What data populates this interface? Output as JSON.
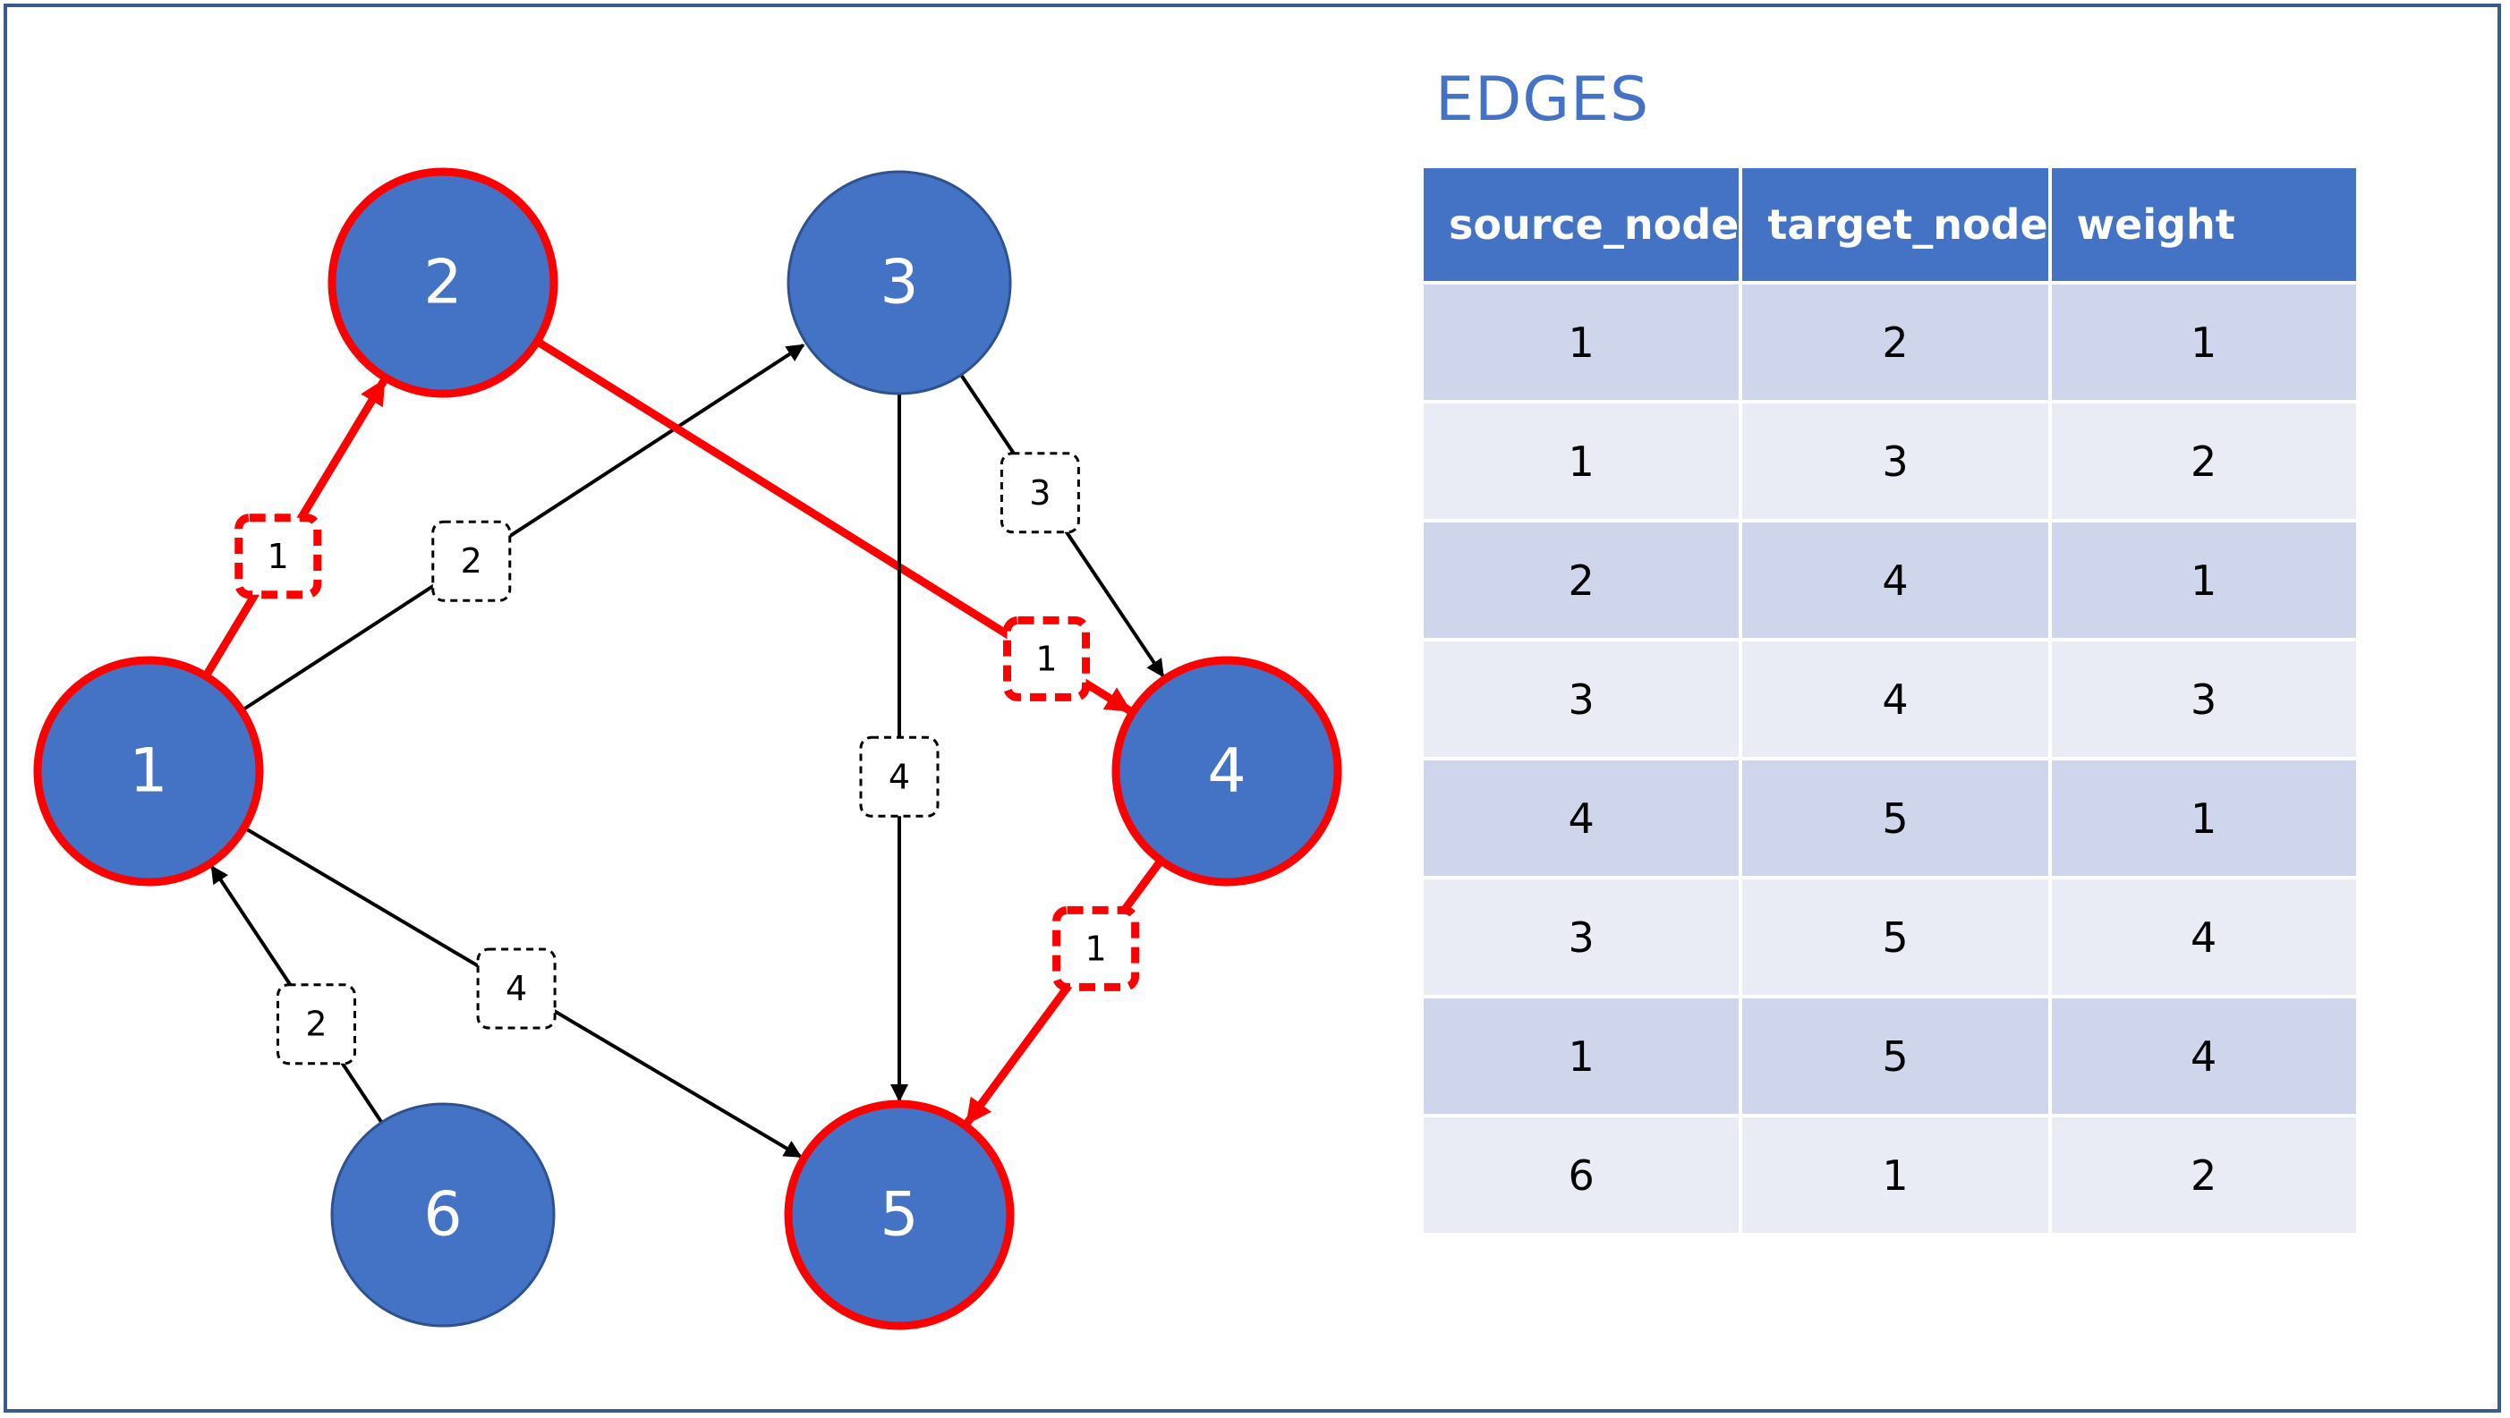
{
  "colors": {
    "node_fill": "#4472c4",
    "highlight": "#ff0000",
    "edge": "#000000",
    "header_bg": "#4472c4",
    "row_dark": "#cfd5ea",
    "row_light": "#e9ebf5",
    "title": "#4472c4"
  },
  "graph": {
    "nodes": [
      {
        "id": "1",
        "label": "1",
        "highlighted": true
      },
      {
        "id": "2",
        "label": "2",
        "highlighted": true
      },
      {
        "id": "3",
        "label": "3",
        "highlighted": false
      },
      {
        "id": "4",
        "label": "4",
        "highlighted": true
      },
      {
        "id": "5",
        "label": "5",
        "highlighted": true
      },
      {
        "id": "6",
        "label": "6",
        "highlighted": false
      }
    ],
    "edges": [
      {
        "source": "1",
        "target": "2",
        "weight": "1",
        "highlighted": true
      },
      {
        "source": "1",
        "target": "3",
        "weight": "2",
        "highlighted": false
      },
      {
        "source": "2",
        "target": "4",
        "weight": "1",
        "highlighted": true
      },
      {
        "source": "3",
        "target": "4",
        "weight": "3",
        "highlighted": false
      },
      {
        "source": "4",
        "target": "5",
        "weight": "1",
        "highlighted": true
      },
      {
        "source": "3",
        "target": "5",
        "weight": "4",
        "highlighted": false
      },
      {
        "source": "1",
        "target": "5",
        "weight": "4",
        "highlighted": false
      },
      {
        "source": "6",
        "target": "1",
        "weight": "2",
        "highlighted": false
      }
    ]
  },
  "table": {
    "title": "EDGES",
    "headers": [
      "source_node",
      "target_node",
      "weight"
    ],
    "rows": [
      [
        "1",
        "2",
        "1"
      ],
      [
        "1",
        "3",
        "2"
      ],
      [
        "2",
        "4",
        "1"
      ],
      [
        "3",
        "4",
        "3"
      ],
      [
        "4",
        "5",
        "1"
      ],
      [
        "3",
        "5",
        "4"
      ],
      [
        "1",
        "5",
        "4"
      ],
      [
        "6",
        "1",
        "2"
      ]
    ]
  }
}
